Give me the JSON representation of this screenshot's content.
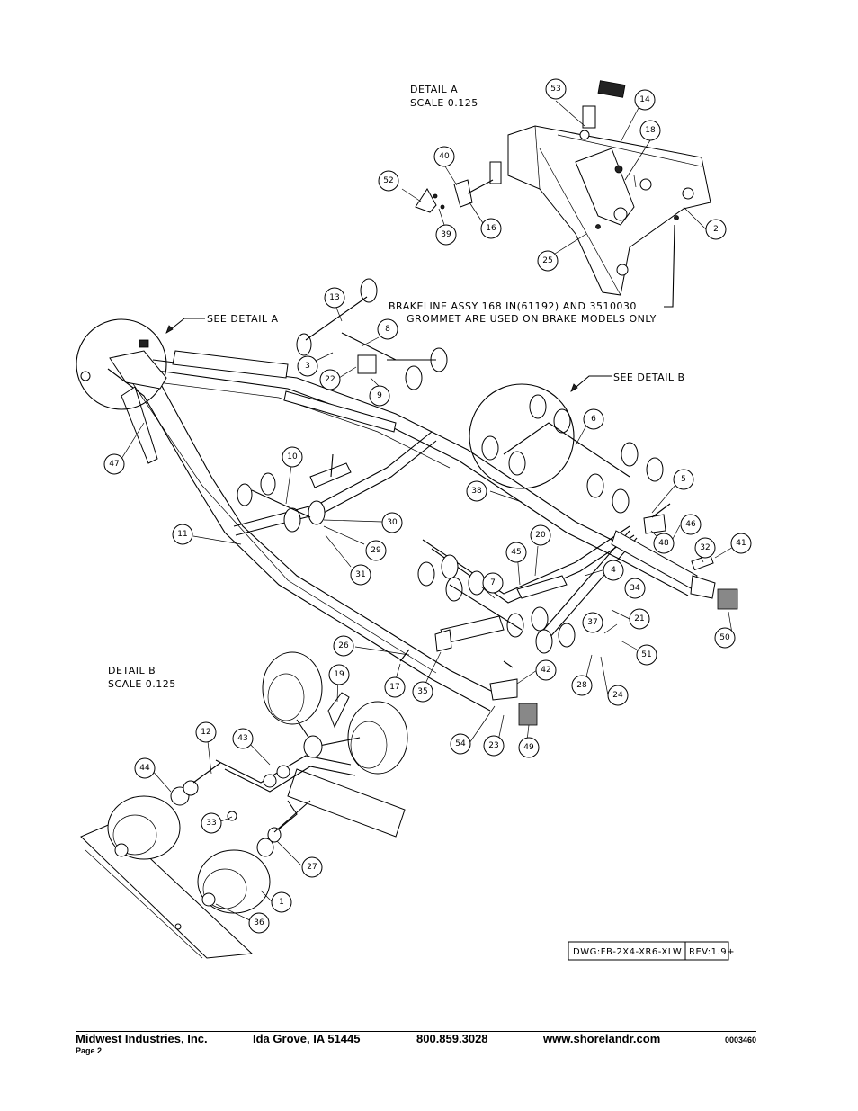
{
  "detail_a": {
    "title": "DETAIL  A",
    "scale": "SCALE  0.125"
  },
  "detail_b": {
    "title": "DETAIL  B",
    "scale": "SCALE  0.125"
  },
  "notes": {
    "see_detail_a": "SEE DETAIL  A",
    "see_detail_b": "SEE DETAIL  B",
    "brakeline_1": "BRAKELINE ASSY 168 IN(61192) AND 3510030",
    "brakeline_2": "GROMMET ARE USED ON BRAKE MODELS ONLY"
  },
  "title_block": {
    "dwg": "DWG:FB-2X4-XR6-XLW",
    "rev": "REV:1.9+"
  },
  "callouts": [
    "53",
    "14",
    "18",
    "2",
    "40",
    "52",
    "39",
    "16",
    "25",
    "13",
    "8",
    "3",
    "22",
    "9",
    "6",
    "5",
    "10",
    "30",
    "29",
    "31",
    "11",
    "47",
    "38",
    "20",
    "45",
    "4",
    "34",
    "7",
    "46",
    "32",
    "41",
    "48",
    "21",
    "37",
    "51",
    "50",
    "26",
    "19",
    "17",
    "35",
    "42",
    "28",
    "24",
    "54",
    "23",
    "49",
    "12",
    "43",
    "44",
    "33",
    "27",
    "1",
    "36"
  ],
  "footer": {
    "company": "Midwest Industries, Inc.",
    "city": "Ida Grove, IA  51445",
    "phone": "800.859.3028",
    "website": "www.shorelandr.com",
    "page": "Page 2",
    "code": "0003460"
  }
}
